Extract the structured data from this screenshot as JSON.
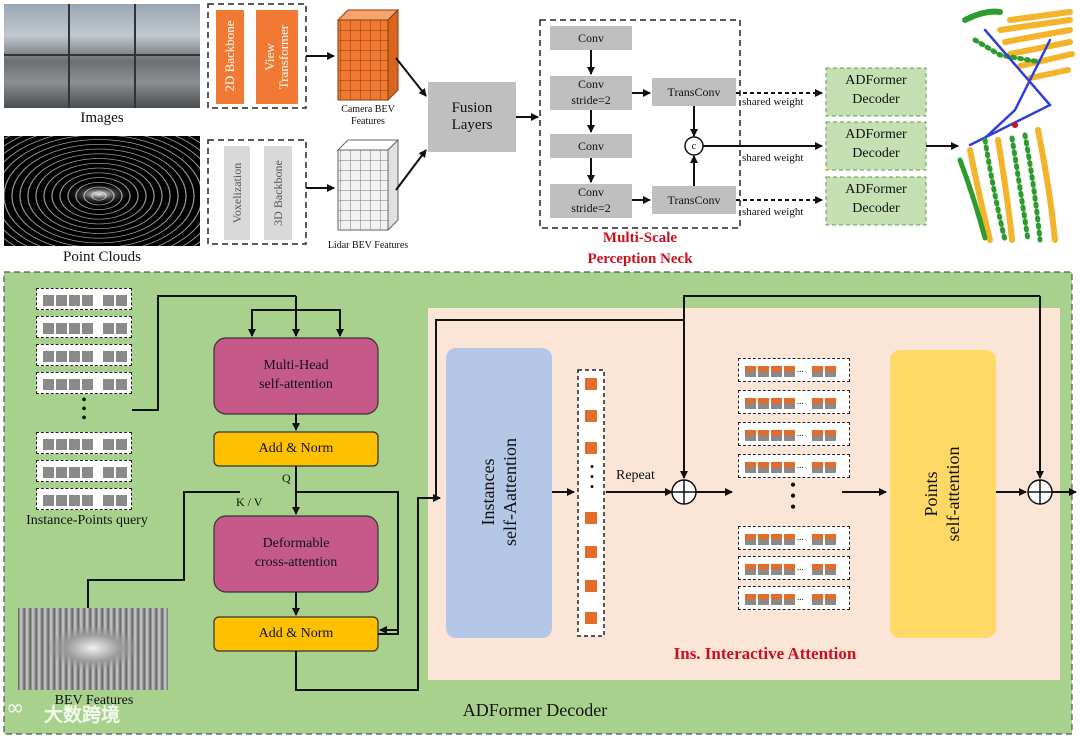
{
  "top": {
    "images_label": "Images",
    "point_clouds_label": "Point Clouds",
    "backbone_2d": "2D Backbone",
    "view_transformer": "View Transformer",
    "voxelization": "Voxelization",
    "backbone_3d": "3D Backbone",
    "camera_bev": "Camera BEV Features",
    "lidar_bev": "Lidar BEV Features",
    "fusion_layers": "Fusion Layers",
    "conv_1": "Conv",
    "conv_stride_1_a": "Conv",
    "conv_stride_1_b": "stride=2",
    "conv_2": "Conv",
    "conv_stride_2_a": "Conv",
    "conv_stride_2_b": "stride=2",
    "transconv_1": "TransConv",
    "transconv_2": "TransConv",
    "concat_symbol": "c",
    "shared_weight": "shared weight",
    "neck_title_line1": "Multi-Scale",
    "neck_title_line2": "Perception Neck",
    "adformer_decoder_a": "ADFormer",
    "adformer_decoder_b": "Decoder"
  },
  "bottom": {
    "query_label": "Instance-Points query",
    "bev_features_label": "BEV Features",
    "mhsa_line1": "Multi-Head",
    "mhsa_line2": "self-attention",
    "add_norm": "Add & Norm",
    "q_label": "Q",
    "kv_label": "K / V",
    "deform_line1": "Deformable",
    "deform_line2": "cross-attention",
    "instances_line1": "Instances",
    "instances_line2": "self-Aattention",
    "repeat_label": "Repeat",
    "points_line1": "Points",
    "points_line2": "self-attention",
    "ins_title": "Ins. Interactive Attention",
    "decoder_title": "ADFormer Decoder",
    "ellipsis": "...",
    "dots": "•\n•\n•"
  },
  "watermark": {
    "logo": "∞",
    "text": "大数跨境"
  },
  "colors": {
    "grey_box": "#bfbfbf",
    "orange_box": "#f07a33",
    "green_panel": "#a9d18e",
    "peach_panel": "#fbe5d6",
    "decoder_green": "#c5e0b3",
    "pink_block": "#c55a8a",
    "yellow_block": "#ffc000",
    "blue_block": "#b4c7e7",
    "yellow_points": "#ffd966",
    "red_title": "#c8101e",
    "token_orange": "#e46c2a"
  }
}
